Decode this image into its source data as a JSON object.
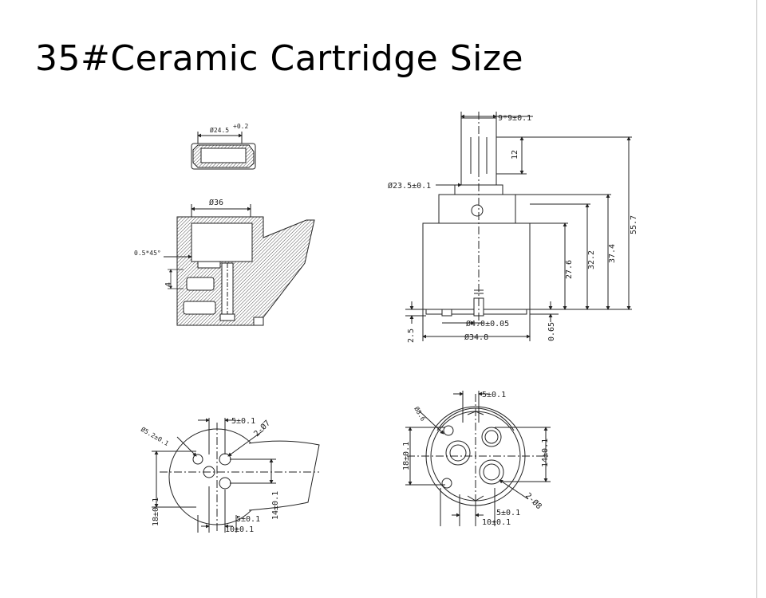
{
  "title": "35#Ceramic Cartridge Size",
  "labels": {
    "top_cap_dia": "Ø24.5",
    "top_cap_tol": "+0.2",
    "body_dia": "Ø36",
    "chamfer": "0.5*45°",
    "four": "4",
    "stem_square": "9*9±0.1",
    "stem_height": "12",
    "stem_dia": "Ø23.5±0.1",
    "h_557": "55.7",
    "h_374": "37.4",
    "h_322": "32.2",
    "h_276": "27.6",
    "pin_dia": "Ø4.0±0.05",
    "base_dia": "Ø34.8",
    "h_25": "2.5",
    "h_065": "0.65",
    "bl_hole": "Ø5.2±0.1",
    "bl_5": "5±0.1",
    "bl_2phi7": "2-Ø7",
    "bl_18": "18±0.1",
    "bl_14": "14±0.1",
    "bl_5b": "5±0.1",
    "bl_10": "10±0.1",
    "br_5": "5±0.1",
    "br_phi86": "Ø8.6",
    "br_18": "18±0.1",
    "br_14": "14±0.1",
    "br_2phi8": "2-Ø8",
    "br_5b": "5±0.1",
    "br_10": "10±0.1"
  }
}
